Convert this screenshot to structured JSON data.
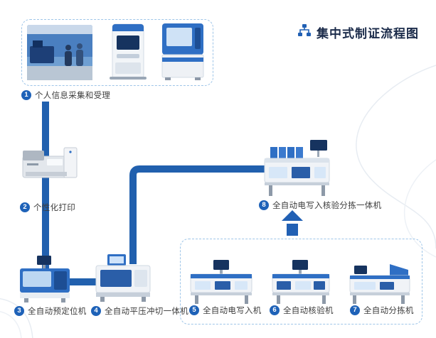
{
  "title": {
    "text": "集中式制证流程图",
    "icon": "flowchart-icon"
  },
  "colors": {
    "accent_blue": "#2160ae",
    "connector_blue": "#2160ae",
    "badge_blue": "#1e62b8",
    "dashed_border_blue": "#9ec5e8",
    "title_text": "#1b2b4a"
  },
  "steps": [
    {
      "num": "1",
      "label": "个人信息采集和受理"
    },
    {
      "num": "2",
      "label": "个性化打印"
    },
    {
      "num": "3",
      "label": "全自动预定位机"
    },
    {
      "num": "4",
      "label": "全自动平压冲切一体机"
    },
    {
      "num": "5",
      "label": "全自动电写入机"
    },
    {
      "num": "6",
      "label": "全自动核验机"
    },
    {
      "num": "7",
      "label": "全自动分拣机"
    },
    {
      "num": "8",
      "label": "全自动电写入核验分拣一体机"
    }
  ]
}
